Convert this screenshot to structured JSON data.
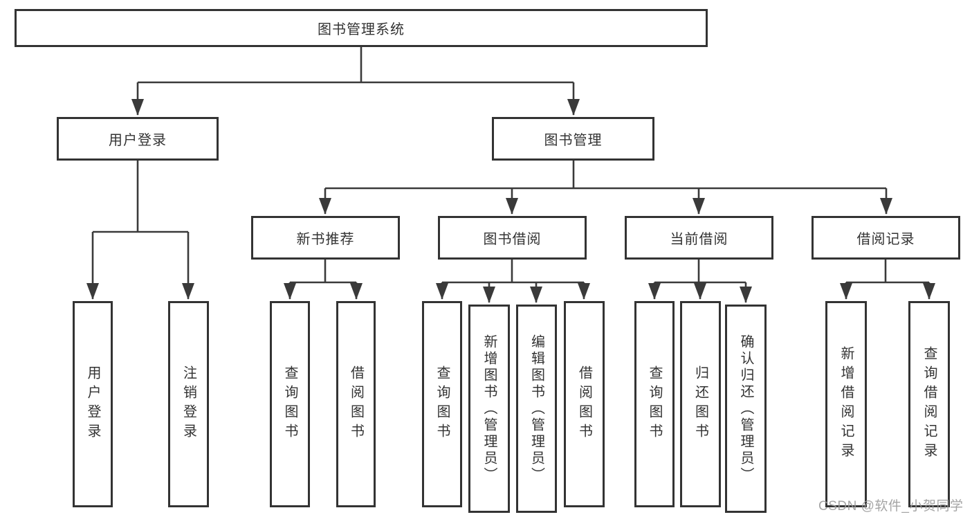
{
  "tree": {
    "label": "图书管理系统",
    "children": [
      {
        "label": "用户登录",
        "children": [
          {
            "label": "用户登录"
          },
          {
            "label": "注销登录"
          }
        ]
      },
      {
        "label": "图书管理",
        "children": [
          {
            "label": "新书推荐",
            "children": [
              {
                "label": "查询图书"
              },
              {
                "label": "借阅图书"
              }
            ]
          },
          {
            "label": "图书借阅",
            "children": [
              {
                "label": "查询图书"
              },
              {
                "label": "新增图书（管理员）"
              },
              {
                "label": "编辑图书（管理员）"
              },
              {
                "label": "借阅图书"
              }
            ]
          },
          {
            "label": "当前借阅",
            "children": [
              {
                "label": "查询图书"
              },
              {
                "label": "归还图书"
              },
              {
                "label": "确认归还（管理员）"
              }
            ]
          },
          {
            "label": "借阅记录",
            "children": [
              {
                "label": "新增借阅记录"
              },
              {
                "label": "查询借阅记录"
              }
            ]
          }
        ]
      }
    ]
  },
  "watermark": {
    "text": "CSDN @软件_小贺同学",
    "color": "#9b9b9b"
  },
  "colors": {
    "line": "#3a3a3a",
    "box_border": "#333333",
    "text": "#333333",
    "background": "#ffffff"
  }
}
